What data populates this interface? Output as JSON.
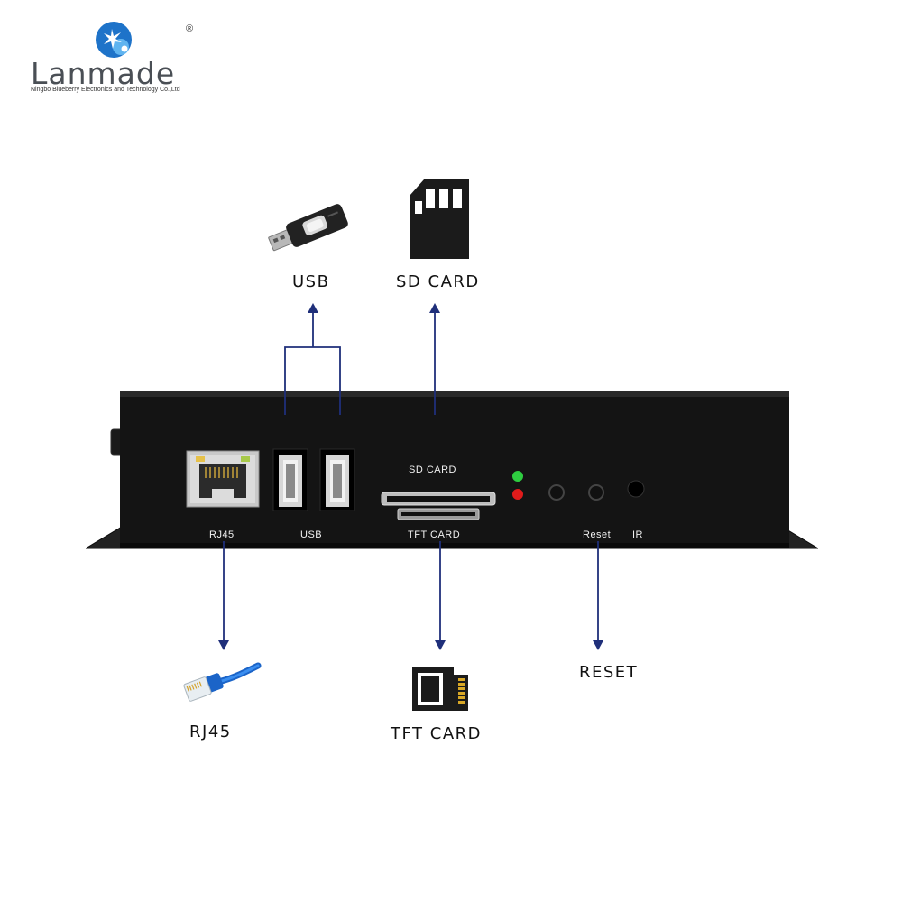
{
  "logo": {
    "brand": "Lanmade",
    "company": "Ningbo Blueberry Electronics and Technology Co.,Ltd",
    "registered_mark": "®"
  },
  "callouts": {
    "usb": "USB",
    "sd_card": "SD CARD",
    "rj45": "RJ45",
    "tft_card": "TFT CARD",
    "reset": "RESET"
  },
  "panel": {
    "rj45": "RJ45",
    "usb": "USB",
    "sd_card": "SD CARD",
    "tft_card": "TFT CARD",
    "reset": "Reset",
    "ir": "IR"
  },
  "colors": {
    "arrow": "#1f2f7a",
    "device_body": "#141414",
    "led_green": "#2ecc40",
    "led_red": "#e01b1b",
    "logo_blue": "#1e73c9"
  },
  "icons": [
    "usb-flash-drive-icon",
    "sd-card-icon",
    "rj45-cable-icon",
    "tft-card-icon"
  ]
}
